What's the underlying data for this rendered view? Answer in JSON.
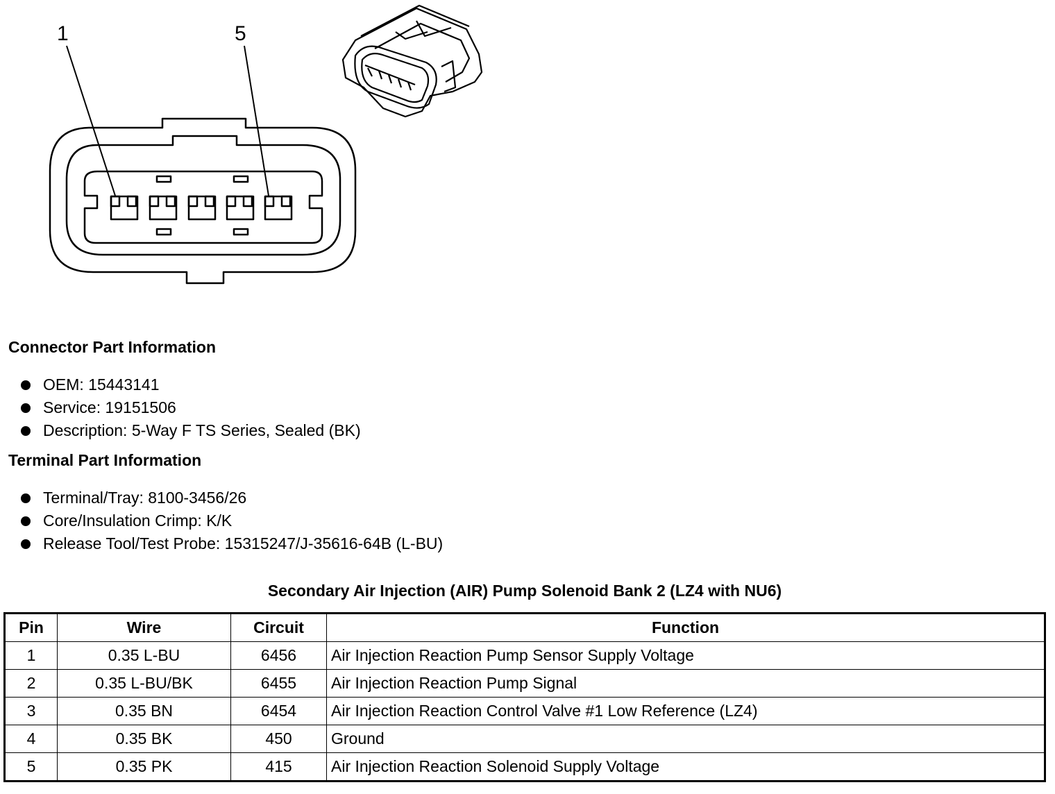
{
  "diagram": {
    "callouts": [
      "1",
      "5"
    ]
  },
  "connector_info": {
    "heading": "Connector Part Information",
    "items": [
      "OEM: 15443141",
      "Service: 19151506",
      "Description: 5-Way F TS Series, Sealed (BK)"
    ]
  },
  "terminal_info": {
    "heading": "Terminal Part Information",
    "items": [
      "Terminal/Tray: 8100-3456/26",
      "Core/Insulation Crimp: K/K",
      "Release Tool/Test Probe: 15315247/J-35616-64B (L-BU)"
    ]
  },
  "table": {
    "title": "Secondary Air Injection (AIR) Pump Solenoid Bank 2 (LZ4 with NU6)",
    "headers": [
      "Pin",
      "Wire",
      "Circuit",
      "Function"
    ],
    "rows": [
      [
        "1",
        "0.35 L-BU",
        "6456",
        "Air Injection Reaction Pump Sensor Supply Voltage"
      ],
      [
        "2",
        "0.35 L-BU/BK",
        "6455",
        "Air Injection Reaction Pump Signal"
      ],
      [
        "3",
        "0.35 BN",
        "6454",
        "Air Injection Reaction Control Valve #1 Low Reference (LZ4)"
      ],
      [
        "4",
        "0.35 BK",
        "450",
        "Ground"
      ],
      [
        "5",
        "0.35 PK",
        "415",
        "Air Injection Reaction Solenoid Supply Voltage"
      ]
    ]
  }
}
